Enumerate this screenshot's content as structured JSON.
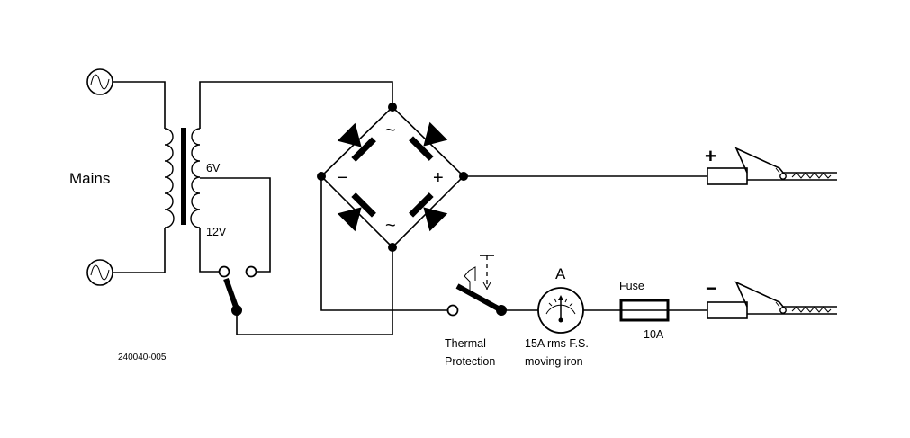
{
  "labels": {
    "mains": "Mains",
    "tap_6v": "6V",
    "tap_12v": "12V",
    "bridge_ac_top": "~",
    "bridge_ac_bottom": "~",
    "bridge_minus": "−",
    "bridge_plus": "+",
    "clip_plus": "+",
    "clip_minus": "−",
    "thermal_line1": "Thermal",
    "thermal_line2": "Protection",
    "ammeter_symbol": "A",
    "ammeter_line1": "15A rms F.S.",
    "ammeter_line2": "moving iron",
    "fuse_label": "Fuse",
    "fuse_rating": "10A",
    "figure_id": "240040-005"
  }
}
